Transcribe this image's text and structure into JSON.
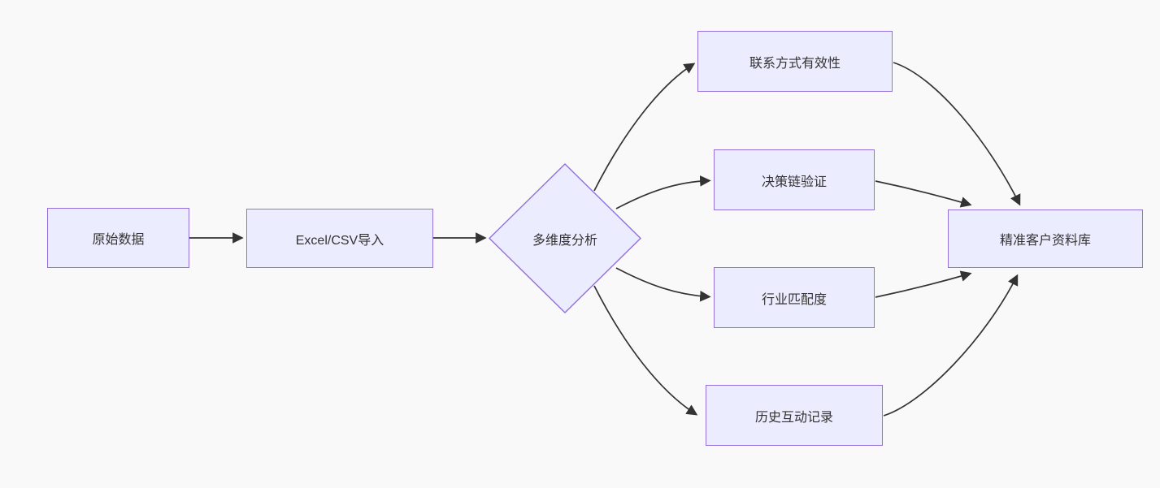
{
  "diagram": {
    "type": "flowchart",
    "direction": "left-to-right",
    "colors": {
      "node_fill": "#ECECFF",
      "node_border": "#9370DB",
      "edge_stroke": "#333333",
      "text": "#333333",
      "background": "#f9f9fa"
    },
    "nodes": {
      "raw_data": {
        "label": "原始数据",
        "shape": "rect"
      },
      "excel_import": {
        "label": "Excel/CSV导入",
        "shape": "rect"
      },
      "analysis": {
        "label": "多维度分析",
        "shape": "diamond"
      },
      "contact_validity": {
        "label": "联系方式有效性",
        "shape": "rect"
      },
      "decision_chain": {
        "label": "决策链验证",
        "shape": "rect"
      },
      "industry_match": {
        "label": "行业匹配度",
        "shape": "rect"
      },
      "history_log": {
        "label": "历史互动记录",
        "shape": "rect"
      },
      "customer_db": {
        "label": "精准客户资料库",
        "shape": "rect"
      }
    },
    "edges": [
      {
        "from": "raw_data",
        "to": "excel_import"
      },
      {
        "from": "excel_import",
        "to": "analysis"
      },
      {
        "from": "analysis",
        "to": "contact_validity"
      },
      {
        "from": "analysis",
        "to": "decision_chain"
      },
      {
        "from": "analysis",
        "to": "industry_match"
      },
      {
        "from": "analysis",
        "to": "history_log"
      },
      {
        "from": "contact_validity",
        "to": "customer_db"
      },
      {
        "from": "decision_chain",
        "to": "customer_db"
      },
      {
        "from": "industry_match",
        "to": "customer_db"
      },
      {
        "from": "history_log",
        "to": "customer_db"
      }
    ]
  }
}
